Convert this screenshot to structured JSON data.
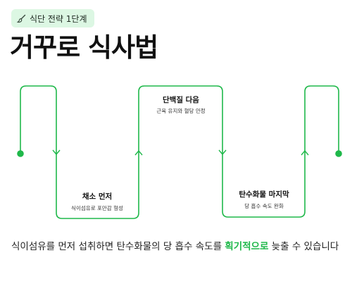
{
  "badge": {
    "icon": "brush-icon",
    "label": "식단 전략 1단계"
  },
  "title": "거꾸로 식사법",
  "steps": [
    {
      "title": "채소 먼저",
      "desc": "식이섬유로 포만감 형성"
    },
    {
      "title": "단백질 다음",
      "desc": "근육 유지와 혈당 안정"
    },
    {
      "title": "탄수화물 마지막",
      "desc": "당 흡수 속도 완화"
    }
  ],
  "caption": {
    "before": "식이섬유를 먼저 섭취하면 탄수화물의 당 흡수 속도를 ",
    "highlight": "획기적으로",
    "after": " 늦출 수 있습니다"
  },
  "colors": {
    "accent": "#1fb84a",
    "badge_bg": "#dcf7e3",
    "text": "#111111"
  }
}
